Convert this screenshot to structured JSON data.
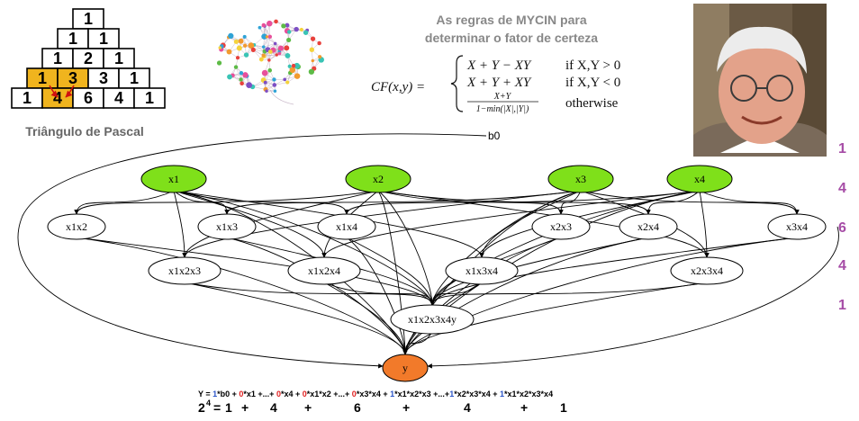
{
  "pascal": {
    "rows": [
      [
        "1"
      ],
      [
        "1",
        "1"
      ],
      [
        "1",
        "2",
        "1"
      ],
      [
        "1",
        "3",
        "3",
        "1"
      ],
      [
        "1",
        "4",
        "6",
        "4",
        "1"
      ]
    ],
    "caption": "Triângulo de Pascal",
    "highlight_color": "#f0b41e"
  },
  "mycin": {
    "title_line1": "As regras de MYCIN para",
    "title_line2": "determinar o fator de certeza",
    "lhs": "CF(x,y) =",
    "cases": [
      {
        "expr": "X + Y − XY",
        "cond": "if X,Y > 0"
      },
      {
        "expr": "X + Y + XY",
        "cond": "if X,Y < 0"
      },
      {
        "num": "X+Y",
        "den": "1−min(|X|,|Y|)",
        "cond": "otherwise"
      }
    ]
  },
  "graph": {
    "bias_label": "b0",
    "inputs": [
      "x1",
      "x2",
      "x3",
      "x4"
    ],
    "pairs": [
      "x1x2",
      "x1x3",
      "x1x4",
      "x2x3",
      "x2x4",
      "x3x4"
    ],
    "triples": [
      "x1x2x3",
      "x1x2x4",
      "x1x3x4",
      "x2x3x4"
    ],
    "quad": "x1x2x3x4y",
    "output": "y",
    "input_color": "#7fe01a",
    "output_color": "#f27a2a"
  },
  "side_counts": [
    "1",
    "4",
    "6",
    "4",
    "1"
  ],
  "side_color": "#a64ca6",
  "formula_line": [
    {
      "t": "Y = "
    },
    {
      "t": "1",
      "c": "#2b55c8"
    },
    {
      "t": "*b0 + "
    },
    {
      "t": "0",
      "c": "#e02020"
    },
    {
      "t": "*x1 +...+ "
    },
    {
      "t": "0",
      "c": "#e02020"
    },
    {
      "t": "*x4 + "
    },
    {
      "t": "0",
      "c": "#e02020"
    },
    {
      "t": "*x1*x2 +...+ "
    },
    {
      "t": "0",
      "c": "#e02020"
    },
    {
      "t": "*x3*x4 + "
    },
    {
      "t": "1",
      "c": "#2b55c8"
    },
    {
      "t": "*x1*x2*x3 +...+"
    },
    {
      "t": "1",
      "c": "#2b55c8"
    },
    {
      "t": "*x2*x3*x4 + "
    },
    {
      "t": "1",
      "c": "#2b55c8"
    },
    {
      "t": "*x1*x2*x3*x4"
    }
  ],
  "sum_line": {
    "base": "2",
    "exp": "4",
    "eq": "=",
    "terms": [
      "1",
      "4",
      "6",
      "4",
      "1"
    ],
    "plus": "+"
  }
}
